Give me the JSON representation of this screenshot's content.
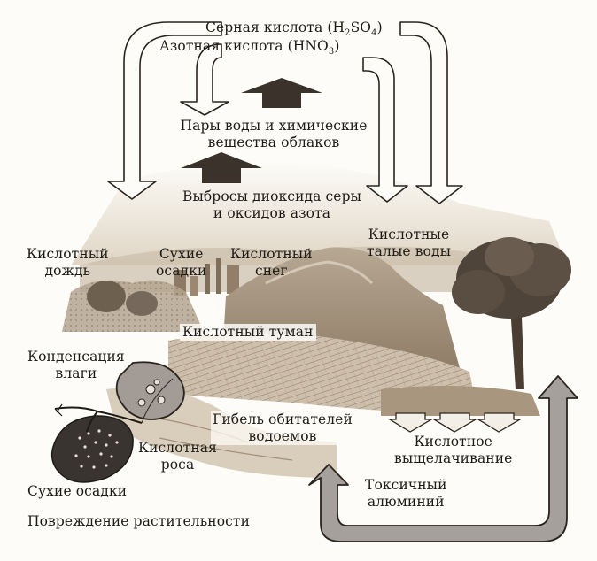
{
  "colors": {
    "ink": "#1e1b17",
    "paper": "#fdfcf8",
    "arrow_dark": "#3b332b",
    "landscape": "#9e8c76",
    "leaf_dark": "#3a3431",
    "leaf_light": "#a39b96"
  },
  "acids": {
    "sulfuric_name": "Серная кислота (H",
    "sulfuric_sub1": "2",
    "sulfuric_mid": "SO",
    "sulfuric_sub2": "4",
    "sulfuric_end": ")",
    "nitric_name": "Азотная кислота (HNO",
    "nitric_sub": "3",
    "nitric_end": ")"
  },
  "labels": {
    "clouds": [
      "Пары воды и химические",
      "вещества облаков"
    ],
    "emissions": [
      "Выбросы диоксида серы",
      "и оксидов азота"
    ],
    "acid_rain": [
      "Кислотный",
      "дождь"
    ],
    "dry_deposition": [
      "Сухие",
      "осадки"
    ],
    "acid_snow": [
      "Кислотный",
      "снег"
    ],
    "acid_meltwater": [
      "Кислотные",
      "талые воды"
    ],
    "acid_fog": "Кислотный туман",
    "condensation": [
      "Конденсация",
      "влаги"
    ],
    "death_of_aquatic": [
      "Гибель обитателей",
      "водоемов"
    ],
    "acid_leaching": [
      "Кислотное",
      "выщелачивание"
    ],
    "acid_dew": [
      "Кислотная",
      "роса"
    ],
    "toxic_aluminum": [
      "Токсичный",
      "алюминий"
    ],
    "dry_deposition_2": "Сухие осадки",
    "vegetation_damage": "Повреждение растительности"
  },
  "icons": [
    "flow-arrow-left",
    "flow-arrow-right",
    "up-arrow",
    "leaching-arrows",
    "return-arrow",
    "leaf"
  ]
}
